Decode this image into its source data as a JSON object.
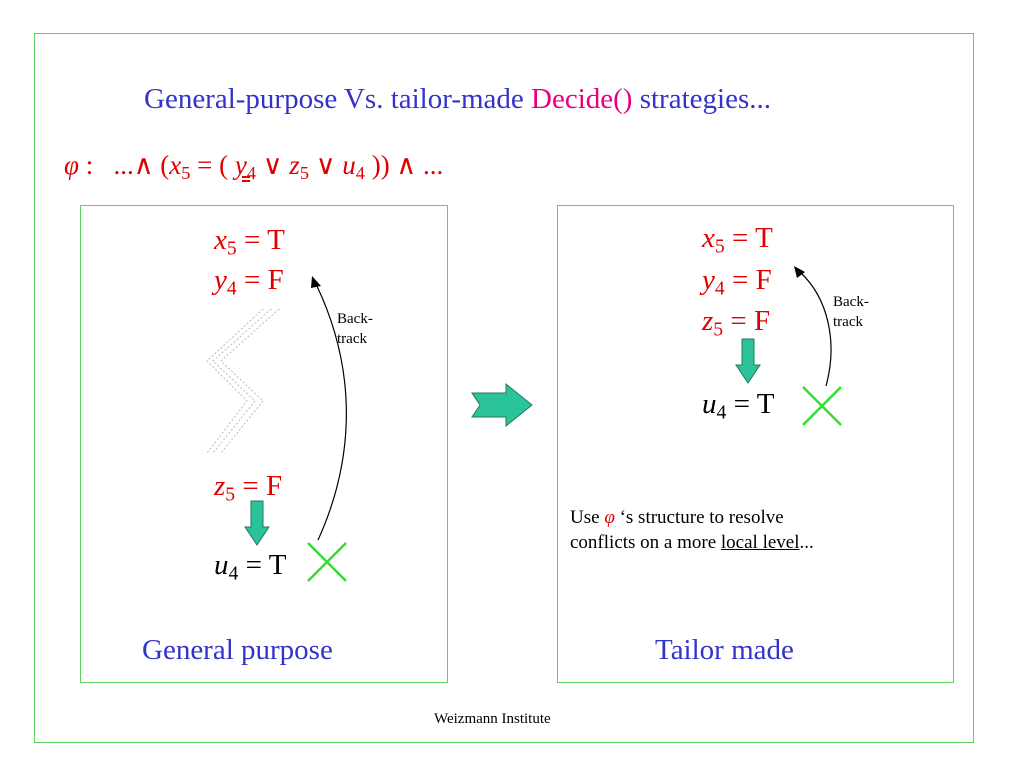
{
  "title": {
    "part1": "General-purpose Vs. tailor-made ",
    "part2": "Decide()",
    "part3": " strategies..."
  },
  "formula": {
    "phi": "φ",
    "colon": " :",
    "pre": "...∧ (",
    "x": "x",
    "x_sub": "5",
    "eq": " = ( ",
    "y": "y",
    "y_sub": "4",
    "or1": " ∨ ",
    "z": "z",
    "z_sub": "5",
    "or2": " ∨ ",
    "u": "u",
    "u_sub": "4",
    "post": " )) ∧ ..."
  },
  "left_panel": {
    "x_var": "x",
    "x_sub": "5",
    "x_rest": " = T",
    "y_var": "y",
    "y_sub": "4",
    "y_rest": " = F",
    "z_var": "z",
    "z_sub": "5",
    "z_rest": " = F",
    "u_var": "u",
    "u_sub": "4",
    "u_rest": " = T",
    "backtrack_1": "Back-",
    "backtrack_2": "track",
    "caption": "General purpose"
  },
  "right_panel": {
    "x_var": "x",
    "x_sub": "5",
    "x_rest": " = T",
    "y_var": "y",
    "y_sub": "4",
    "y_rest": " = F",
    "z_var": "z",
    "z_sub": "5",
    "z_rest": " = F",
    "u_var": "u",
    "u_sub": "4",
    "u_rest": " = T",
    "backtrack_1": "Back-",
    "backtrack_2": "track",
    "note_1": "Use ",
    "note_phi": "φ",
    "note_2": " ‘s structure to resolve",
    "note_3": "conflicts on a more ",
    "note_4": "local level",
    "note_5": "...",
    "caption": "Tailor made"
  },
  "footer": "Weizmann Institute",
  "colors": {
    "frame": "#5fd35f",
    "title_blue": "#3333cc",
    "title_magenta": "#e6007e",
    "red": "#e00000",
    "arrow_teal": "#2bc49a",
    "cross_green": "#33dd33"
  }
}
